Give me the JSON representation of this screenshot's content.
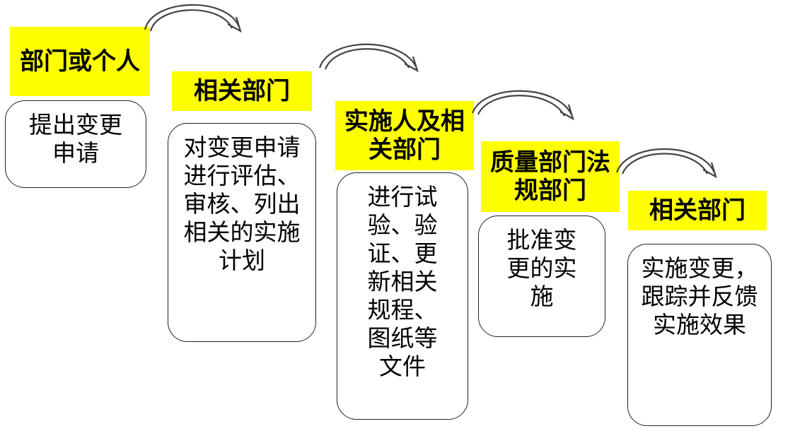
{
  "steps": [
    {
      "role": "部门或个人",
      "action": "提出变更申请"
    },
    {
      "role": "相关部门",
      "action": "对变更申请进行评估、审核、列出相关的实施计划"
    },
    {
      "role": "实施人及相关部门",
      "action": "进行试验、验证、更新相关规程、图纸等文件"
    },
    {
      "role": "质量部门法规部门",
      "action": "批准变更的实施"
    },
    {
      "role": "相关部门",
      "action": "实施变更，跟踪并反馈实施效果"
    }
  ],
  "colors": {
    "label_bg": "#ffff00",
    "box_border": "#222222",
    "arrow": "#444444"
  }
}
